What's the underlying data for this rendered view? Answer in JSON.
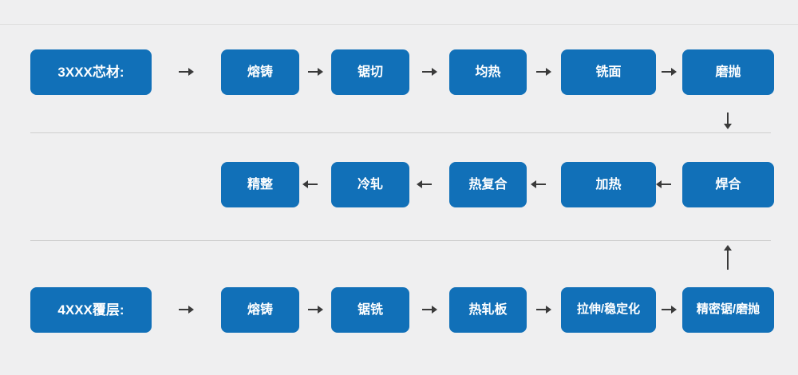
{
  "page": {
    "background": "#efeff0"
  },
  "colors": {
    "box_blue": "#1170b8",
    "box_text": "#ffffff",
    "arrow": "#3a3a3a",
    "divider": "#cfcfcf"
  },
  "flow": {
    "row1": {
      "label": "3XXX芯材:",
      "steps": [
        "熔铸",
        "锯切",
        "均热",
        "铣面",
        "磨抛"
      ]
    },
    "row2": {
      "steps": [
        "精整",
        "冷轧",
        "热复合",
        "加热",
        "焊合"
      ]
    },
    "row3": {
      "label": "4XXX覆层:",
      "steps": [
        "熔铸",
        "锯铣",
        "热轧板",
        "拉伸/稳定化",
        "精密锯/磨抛"
      ]
    }
  }
}
